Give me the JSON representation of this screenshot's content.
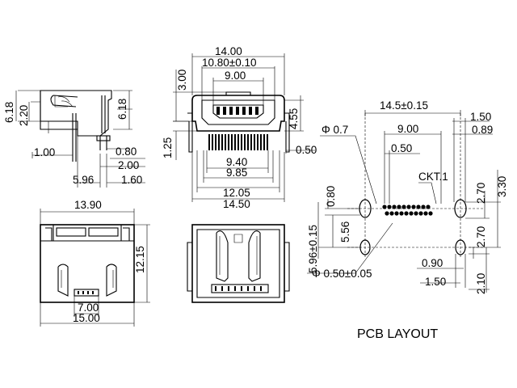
{
  "side_view": {
    "dims": [
      "6.18",
      "2.20",
      "6.18",
      "1.00",
      "0.80",
      "2.00",
      "5.96",
      "1.60"
    ]
  },
  "front_view": {
    "dims": [
      "14.00",
      "10.80±0.10",
      "9.00",
      "3.00",
      "4.55",
      "1.25",
      "0.50",
      "9.40",
      "9.85",
      "12.05",
      "14.50"
    ]
  },
  "bottom_view": {
    "dims": [
      "13.90",
      "12.15",
      "7.00",
      "15.00"
    ]
  },
  "pcb_layout": {
    "title": "PCB LAYOUT",
    "dims": [
      "14.5±0.15",
      "1.50",
      "0.89",
      "Φ 0.7",
      "9.00",
      "0.50",
      "CKT.1",
      "3.30",
      "2.70",
      "0.80",
      "5.96±0.15",
      "5.56",
      "Φ 0.50±0.05",
      "0.90",
      "1.50",
      "2.70",
      "2.10"
    ]
  }
}
